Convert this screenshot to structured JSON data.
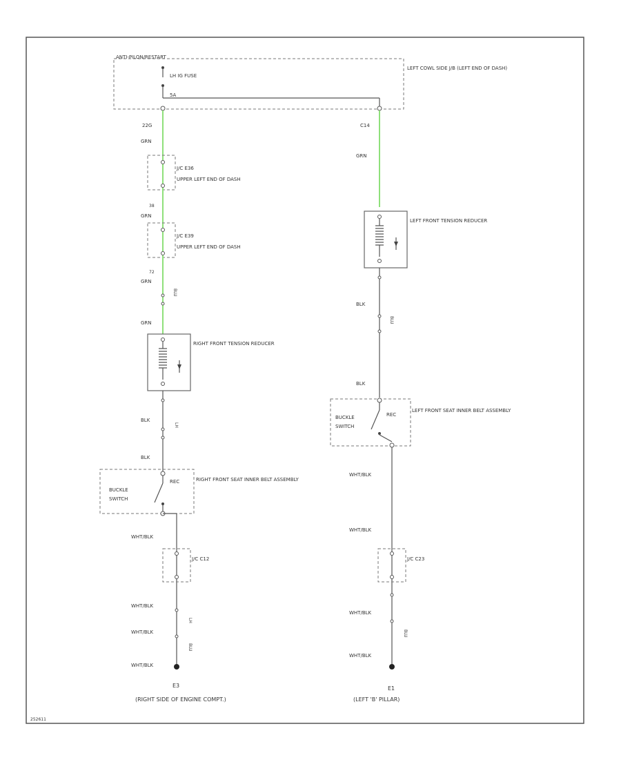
{
  "title": "ANTI-PILON/RESTART",
  "fuse": {
    "label": "LH IG FUSE",
    "amp": "5A",
    "junction_block": "LEFT COWL SIDE J/B (LEFT END OF DASH)",
    "pin_left": "22G",
    "pin_right": "C14"
  },
  "left_branch": {
    "wire_color_1": "GRN",
    "connector_1": {
      "label": "J/C E36",
      "location": "UPPER LEFT END OF DASH",
      "pin_in": "",
      "pin_out": "38"
    },
    "wire_color_2": "GRN",
    "connector_2": {
      "label": "J/C E39",
      "location": "UPPER LEFT END OF DASH",
      "pin_out": "72"
    },
    "wire_color_3": "GRN",
    "wire_color_4": "GRN",
    "reducer": "RIGHT FRONT TENSION REDUCER",
    "wire_color_5": "BLK",
    "wire_color_6": "BLK",
    "buckle_switch": "BUCKLE SWITCH",
    "rec": "REC",
    "seat_assembly": "RIGHT FRONT SEAT INNER BELT ASSEMBLY",
    "wire_color_7": "WHT/BLK",
    "connector_3": {
      "label": "J/C C12"
    },
    "wire_color_8": "WHT/BLK",
    "wire_color_9": "WHT/BLK",
    "wire_color_10": "WHT/BLK",
    "ground": "E3",
    "ground_location": "(RIGHT SIDE OF ENGINE COMPT.)",
    "side_marks": [
      "BLU",
      "LH",
      "LH",
      "BLU"
    ]
  },
  "right_branch": {
    "wire_color_1": "GRN",
    "reducer": "LEFT FRONT TENSION REDUCER",
    "wire_color_2": "BLK",
    "wire_color_3": "BLK",
    "buckle_switch": "BUCKLE SWITCH",
    "rec": "REC",
    "seat_assembly": "LEFT FRONT SEAT INNER BELT ASSEMBLY",
    "wire_color_4": "WHT/BLK",
    "wire_color_5": "WHT/BLK",
    "connector_1": {
      "label": "J/C C23"
    },
    "wire_color_6": "WHT/BLK",
    "wire_color_7": "WHT/BLK",
    "ground": "E1",
    "ground_location": "(LEFT 'B' PILLAR)",
    "side_marks": [
      "BLU",
      "BLU"
    ]
  },
  "footer": "252611"
}
